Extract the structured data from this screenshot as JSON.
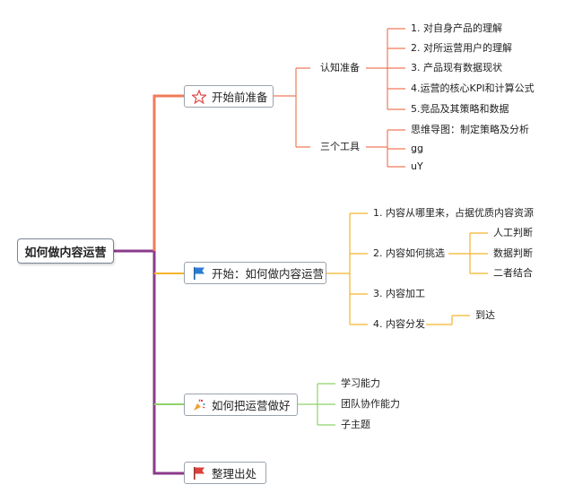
{
  "root": {
    "label": "如何做内容运营"
  },
  "branches": [
    {
      "label": "开始前准备",
      "icon": "star-icon",
      "color": "#f07b5a"
    },
    {
      "label": "开始：如何做内容运营",
      "icon": "blue-flag-icon",
      "color": "#f5b42c"
    },
    {
      "label": "如何把运营做好",
      "icon": "party-popper-icon",
      "color": "#8fd26a"
    },
    {
      "label": "整理出处",
      "icon": "red-flag-icon",
      "color": "#c9443a"
    }
  ],
  "prep": {
    "cognition": {
      "label": "认知准备",
      "items": [
        "1. 对自身产品的理解",
        "2. 对所运营用户的理解",
        "3. 产品现有数据现状",
        "4.运营的核心KPI和计算公式",
        "5.竞品及其策略和数据"
      ]
    },
    "tools": {
      "label": "三个工具",
      "items": [
        "思维导图：制定策略及分析",
        "ǥǥ",
        "uY"
      ]
    }
  },
  "how": {
    "items": [
      "1. 内容从哪里来，占据优质内容资源",
      "2. 内容如何挑选",
      "3. 内容加工",
      "4. 内容分发"
    ],
    "select_items": [
      "人工判断",
      "数据判断",
      "二者结合"
    ],
    "dist_items": [
      "到达"
    ]
  },
  "better": {
    "items": [
      "学习能力",
      "团队协作能力",
      "子主题"
    ]
  },
  "colors": {
    "main_line": "#8b3a8a",
    "prep": "#f07b5a",
    "how": "#f5b42c",
    "better": "#8fd26a"
  }
}
